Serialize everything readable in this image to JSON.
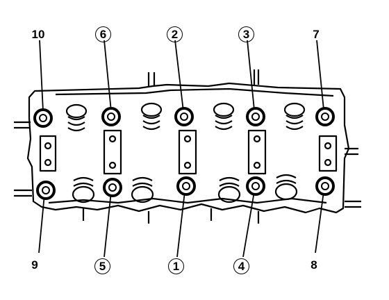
{
  "diagram": {
    "top_labels": [
      "10",
      "6",
      "2",
      "3",
      "7"
    ],
    "bottom_labels": [
      "9",
      "5",
      "1",
      "4",
      "8"
    ],
    "circled_labels": [
      "6",
      "2",
      "3",
      "5",
      "1",
      "4"
    ],
    "line_color": "#000000",
    "background": "#ffffff"
  }
}
